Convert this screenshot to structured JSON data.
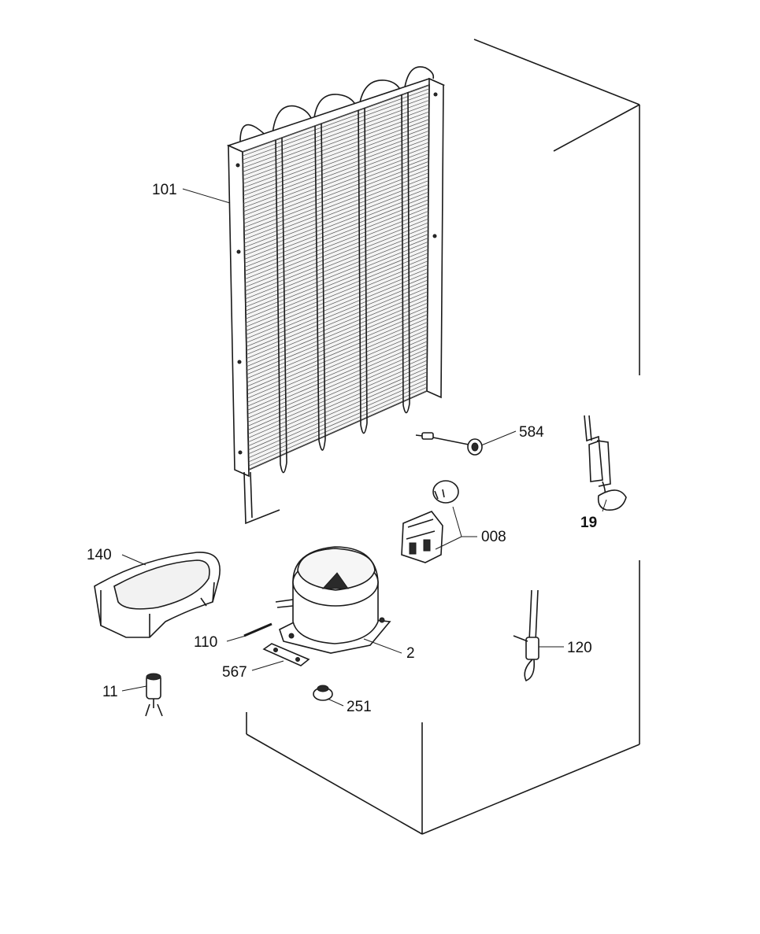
{
  "diagram": {
    "callouts": [
      {
        "id": "condenser",
        "label": "101"
      },
      {
        "id": "cable-clip",
        "label": "584"
      },
      {
        "id": "relay-overload",
        "label": "008"
      },
      {
        "id": "power-cord",
        "label": "19"
      },
      {
        "id": "drip-tray",
        "label": "140"
      },
      {
        "id": "pin",
        "label": "110"
      },
      {
        "id": "compressor",
        "label": "2"
      },
      {
        "id": "bracket",
        "label": "567"
      },
      {
        "id": "dryer-filter",
        "label": "11"
      },
      {
        "id": "grommet",
        "label": "251"
      },
      {
        "id": "capillary-joint",
        "label": "120"
      }
    ]
  }
}
